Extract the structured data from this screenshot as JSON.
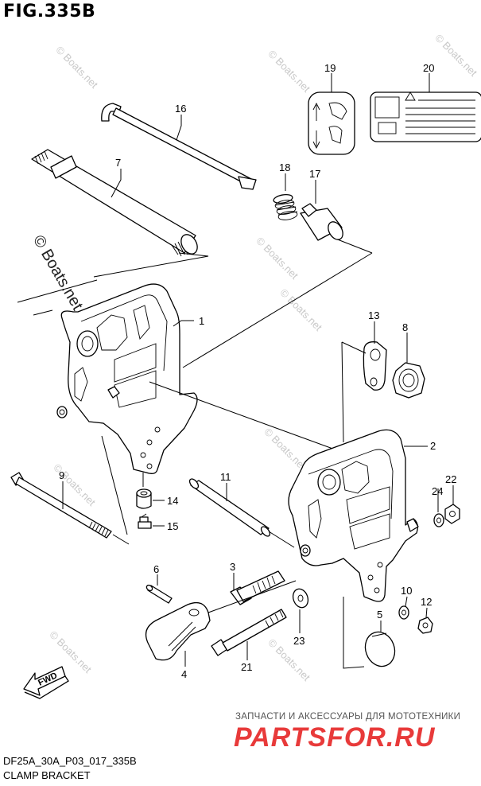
{
  "figure": {
    "title": "FIG.335B",
    "code": "DF25A_30A_P03_017_335B",
    "name": "CLAMP BRACKET"
  },
  "watermark": {
    "main": "© Boats.net",
    "small": "© Boats.net"
  },
  "footer": {
    "ru_text": "ЗАПЧАСТИ И АКСЕССУАРЫ ДЛЯ МОТОТЕХНИКИ",
    "brand": "PARTSFOR.RU",
    "brand_color": "#e83a3a"
  },
  "fwd_label": "FWD",
  "callouts": {
    "c1": "1",
    "c2": "2",
    "c3": "3",
    "c4": "4",
    "c5": "5",
    "c6": "6",
    "c7": "7",
    "c8": "8",
    "c9": "9",
    "c10": "10",
    "c11": "11",
    "c12": "12",
    "c13": "13",
    "c14": "14",
    "c15": "15",
    "c16": "16",
    "c17": "17",
    "c18": "18",
    "c19": "19",
    "c20": "20",
    "c21": "21",
    "c22": "22",
    "c23": "23",
    "c24": "24"
  }
}
